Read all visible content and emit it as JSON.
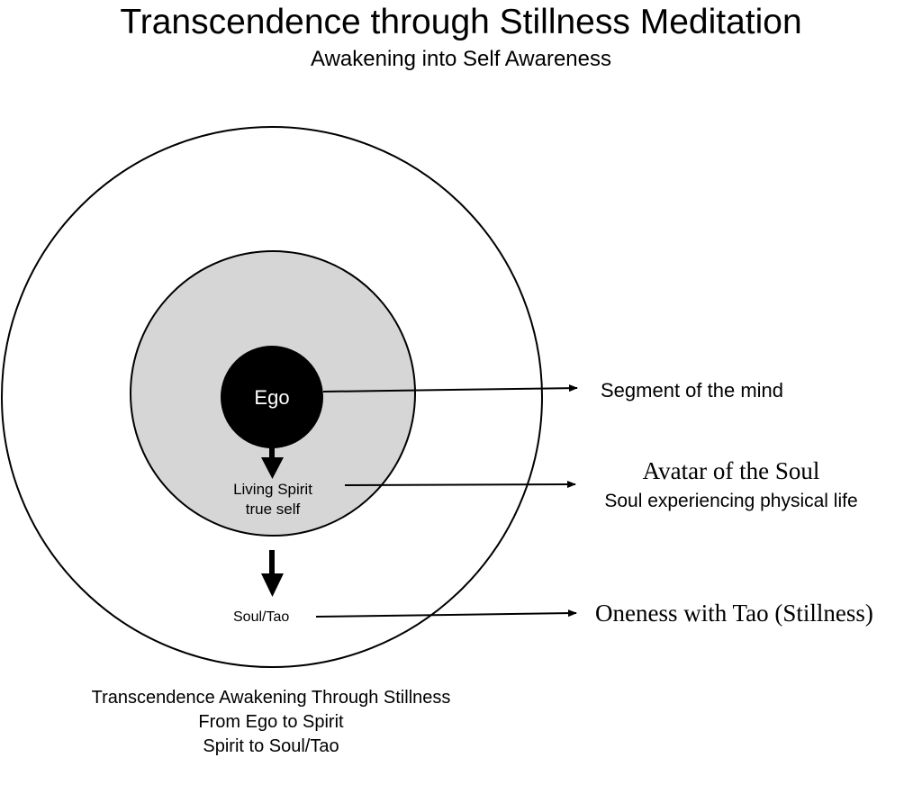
{
  "header": {
    "title": "Transcendence through Stillness Meditation",
    "subtitle": "Awakening into Self Awareness"
  },
  "diagram": {
    "colors": {
      "outer_circle_fill": "#ffffff",
      "spirit_circle_fill": "#d6d6d6",
      "ego_circle_fill": "#000000",
      "stroke": "#000000"
    },
    "nodes": {
      "ego": "Ego",
      "spirit_line1": "Living Spirit",
      "spirit_line2": "true self",
      "soul": "Soul/Tao"
    },
    "annotations": {
      "ego": "Segment of the mind",
      "spirit_title": "Avatar of the Soul",
      "spirit_subtitle": "Soul experiencing physical life",
      "soul": "Oneness with Tao (Stillness)"
    }
  },
  "caption": {
    "line1": "Transcendence Awakening Through Stillness",
    "line2": "From Ego to Spirit",
    "line3": "Spirit to Soul/Tao"
  }
}
